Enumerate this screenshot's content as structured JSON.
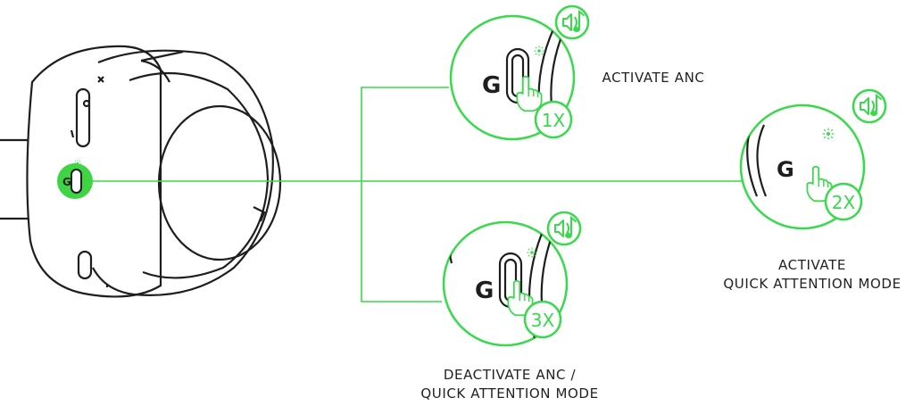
{
  "colors": {
    "accent": "#39d94c",
    "accent_fill": "#3fd444",
    "stroke": "#1e1e1e",
    "text": "#222222"
  },
  "icons": {
    "headphone_button": "anc-button-icon",
    "sound": "speaker-music-note-icon",
    "light": "led-indicator-icon",
    "hand": "pointing-hand-icon"
  },
  "steps": [
    {
      "id": "activate-anc",
      "presses": "1X",
      "label_lines": [
        "ACTIVATE ANC"
      ]
    },
    {
      "id": "activate-quick-attention",
      "presses": "2X",
      "label_lines": [
        "ACTIVATE",
        "QUICK ATTENTION MODE"
      ]
    },
    {
      "id": "deactivate",
      "presses": "3X",
      "label_lines": [
        "DEACTIVATE ANC /",
        "QUICK ATTENTION MODE"
      ]
    }
  ]
}
